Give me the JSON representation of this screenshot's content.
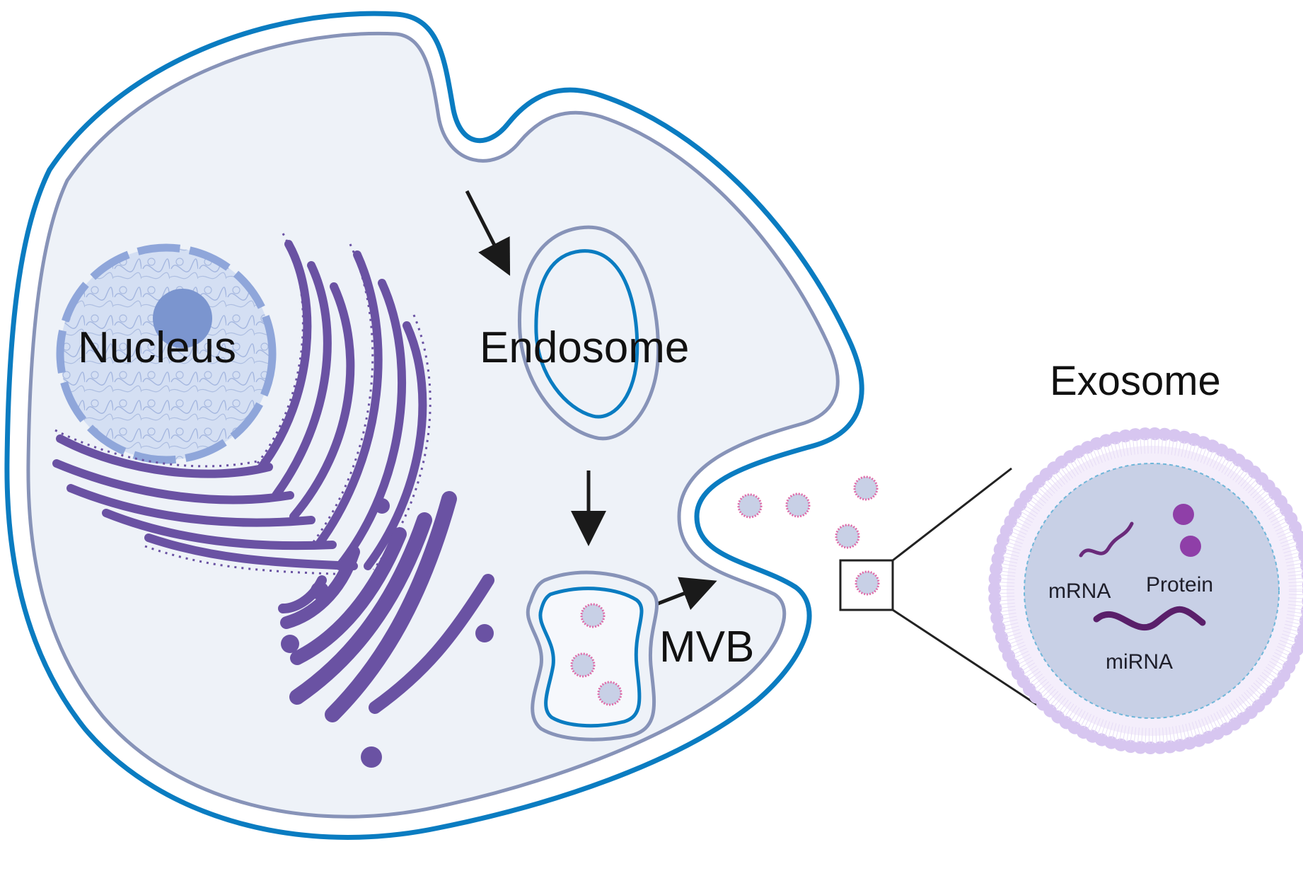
{
  "labels": {
    "nucleus": "Nucleus",
    "endosome": "Endosome",
    "mvb": "MVB",
    "exosome": "Exosome",
    "mrna": "mRNA",
    "protein": "Protein",
    "mirna": "miRNA"
  },
  "colors": {
    "outer_membrane": "#0a7cc1",
    "inner_membrane": "#8793b8",
    "cytoplasm": "#eef2f8",
    "organelle": "#6a52a3",
    "nucleus_fill": "#c5d3ee",
    "nucleolus": "#7b95cf",
    "exosome_lipid": "#d7c6f0",
    "exosome_core": "#c8d0e6",
    "arrow": "#1a1a1a"
  },
  "icons": [
    "nucleus-icon",
    "rough-er-icon",
    "golgi-icon",
    "endosome-icon",
    "mvb-icon",
    "exosome-vesicle-icon",
    "mrna-icon",
    "protein-icon",
    "mirna-icon"
  ]
}
